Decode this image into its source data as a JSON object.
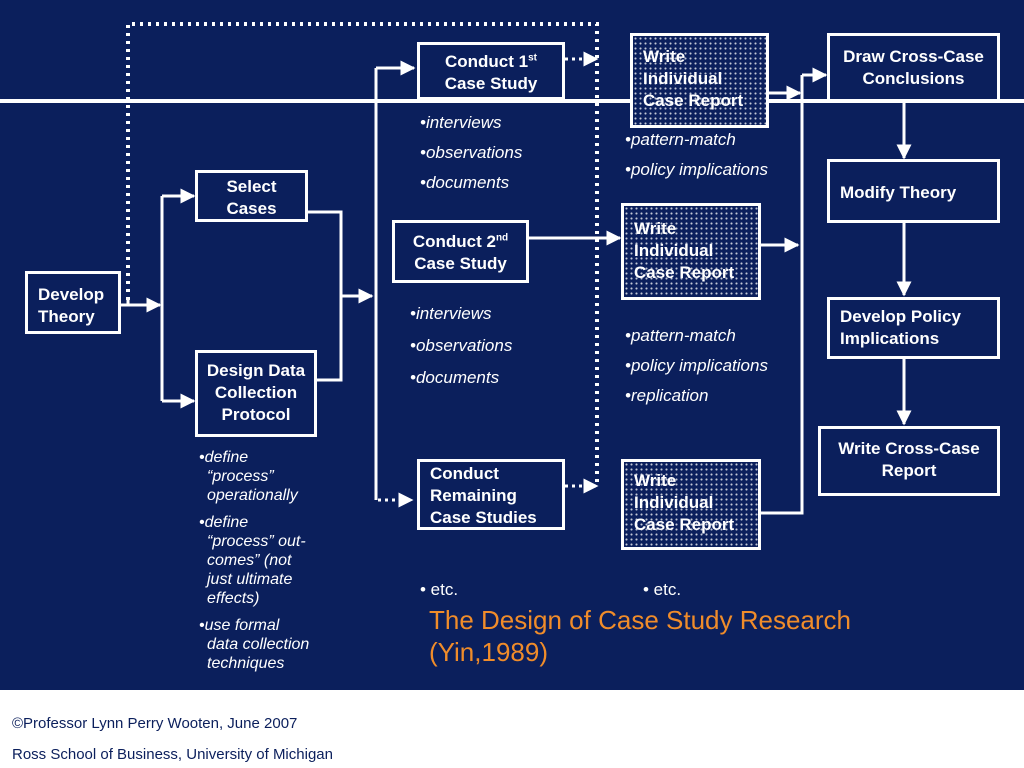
{
  "title_lines": [
    "The Design of Case Study Research",
    "(Yin,1989)"
  ],
  "boxes": {
    "develop_theory": [
      "Develop",
      "Theory"
    ],
    "select_cases": [
      "Select",
      "Cases"
    ],
    "design_protocol": [
      "Design Data",
      "Collection",
      "Protocol"
    ],
    "case1": [
      "Conduct 1",
      "st",
      "Case Study"
    ],
    "case2": [
      "Conduct 2",
      "nd",
      "Case Study"
    ],
    "case_rest": [
      "Conduct",
      "Remaining",
      "Case Studies"
    ],
    "report1": [
      "Write",
      "Individual",
      "Case Report"
    ],
    "report2": [
      "Write",
      "Individual",
      "Case Report"
    ],
    "report3": [
      "Write",
      "Individual",
      "Case Report"
    ],
    "cross_conclusions": [
      "Draw Cross-Case",
      "Conclusions"
    ],
    "modify_theory": [
      "Modify Theory"
    ],
    "policy": [
      "Develop Policy",
      "Implications"
    ],
    "cross_report": [
      "Write Cross-Case",
      "Report"
    ]
  },
  "bullets": {
    "case1": [
      "interviews",
      "observations",
      "documents"
    ],
    "report1": [
      "pattern-match",
      "policy implications"
    ],
    "case2": [
      "interviews",
      "observations",
      "documents"
    ],
    "report2": [
      "pattern-match",
      "policy implications",
      "replication"
    ],
    "protocol": [
      [
        "define",
        "“process”",
        "operationally"
      ],
      [
        "define",
        "“process” out-",
        "comes” (not",
        "just ultimate",
        "effects)"
      ],
      [
        "use formal",
        "data collection",
        "techniques"
      ]
    ],
    "etc_left": "• etc.",
    "etc_right": "• etc.",
    "bullet_char": "•"
  },
  "footer": {
    "line1": "©Professor Lynn Perry Wooten, June 2007",
    "line2": "Ross School of Business, University of Michigan"
  },
  "colors": {
    "background": "#0b1f5c",
    "title": "#f08c2a",
    "lines": "#ffffff"
  }
}
